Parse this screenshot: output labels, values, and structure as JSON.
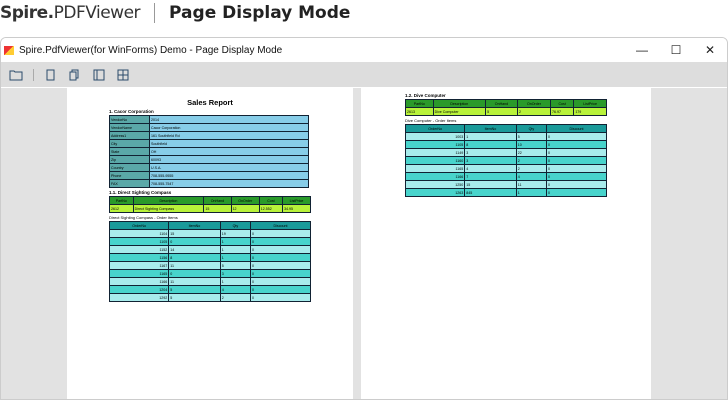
{
  "header": {
    "brand_bold": "Spire.",
    "brand_rest": "PDFViewer",
    "mode": "Page Display Mode"
  },
  "window": {
    "title": "Spire.PdfViewer(for WinForms) Demo - Page Display Mode",
    "minimize": "—",
    "maximize": "☐",
    "close": "✕"
  },
  "toolbar": {
    "icons": [
      "open-folder-icon",
      "single-page-icon",
      "continuous-page-icon",
      "facing-page-icon",
      "grid-page-icon"
    ]
  },
  "report": {
    "title": "Sales Report",
    "vendor_heading": "1. Cacor Corporation",
    "vendor": [
      [
        "VendorNo",
        "2014"
      ],
      [
        "VendorName",
        "Cacor Corporation"
      ],
      [
        "Address1",
        "161 Southfield Rd"
      ],
      [
        "City",
        "Southfield"
      ],
      [
        "State",
        "OH"
      ],
      [
        "Zip",
        "60093"
      ],
      [
        "Country",
        "U.S.A."
      ],
      [
        "Phone",
        "708-555-9555"
      ],
      [
        "FAX",
        "708-555-7547"
      ]
    ],
    "part_headers": [
      "PartNo",
      "Description",
      "OnHand",
      "OnOrder",
      "Cost",
      "ListPrice"
    ],
    "parts": [
      {
        "heading": "1.1. Direct Sighting Compass",
        "row": [
          "2612",
          "Direct Sighting Compass",
          "15",
          "12",
          "12.552",
          "34.95"
        ],
        "orders_heading": "Direct Sighting Compass - Order Items",
        "orders": [
          [
            "1104",
            "15",
            "19",
            "0"
          ],
          [
            "1105",
            "0",
            "1",
            "0"
          ],
          [
            "1152",
            "14",
            "1",
            "0"
          ],
          [
            "1156",
            "8",
            "1",
            "0"
          ],
          [
            "1167",
            "11",
            "5",
            "0"
          ],
          [
            "1165",
            "0",
            "3",
            "0"
          ],
          [
            "1166",
            "11",
            "1",
            "0"
          ],
          [
            "1204",
            "5",
            "4",
            "0"
          ],
          [
            "1292",
            "5",
            "2",
            "0"
          ]
        ]
      },
      {
        "heading": "1.2. Dive Computer",
        "row": [
          "2613",
          "Dive Computer",
          "5",
          "2",
          "76.97",
          "179"
        ],
        "orders_heading": "Dive Computer - Order Items",
        "orders": [
          [
            "1003",
            "1",
            "5",
            "0"
          ],
          [
            "1105",
            "8",
            "10",
            "0"
          ],
          [
            "1149",
            "3",
            "22",
            "0"
          ],
          [
            "1160",
            "3",
            "2",
            "0"
          ],
          [
            "1165",
            "4",
            "2",
            "0"
          ],
          [
            "1166",
            "7",
            "4",
            "0"
          ],
          [
            "1250",
            "15",
            "11",
            "0"
          ],
          [
            "1263",
            "845",
            "1",
            "0"
          ]
        ]
      }
    ],
    "order_headers": [
      "OrderNo",
      "ItemNo",
      "Qty",
      "Discount"
    ]
  }
}
